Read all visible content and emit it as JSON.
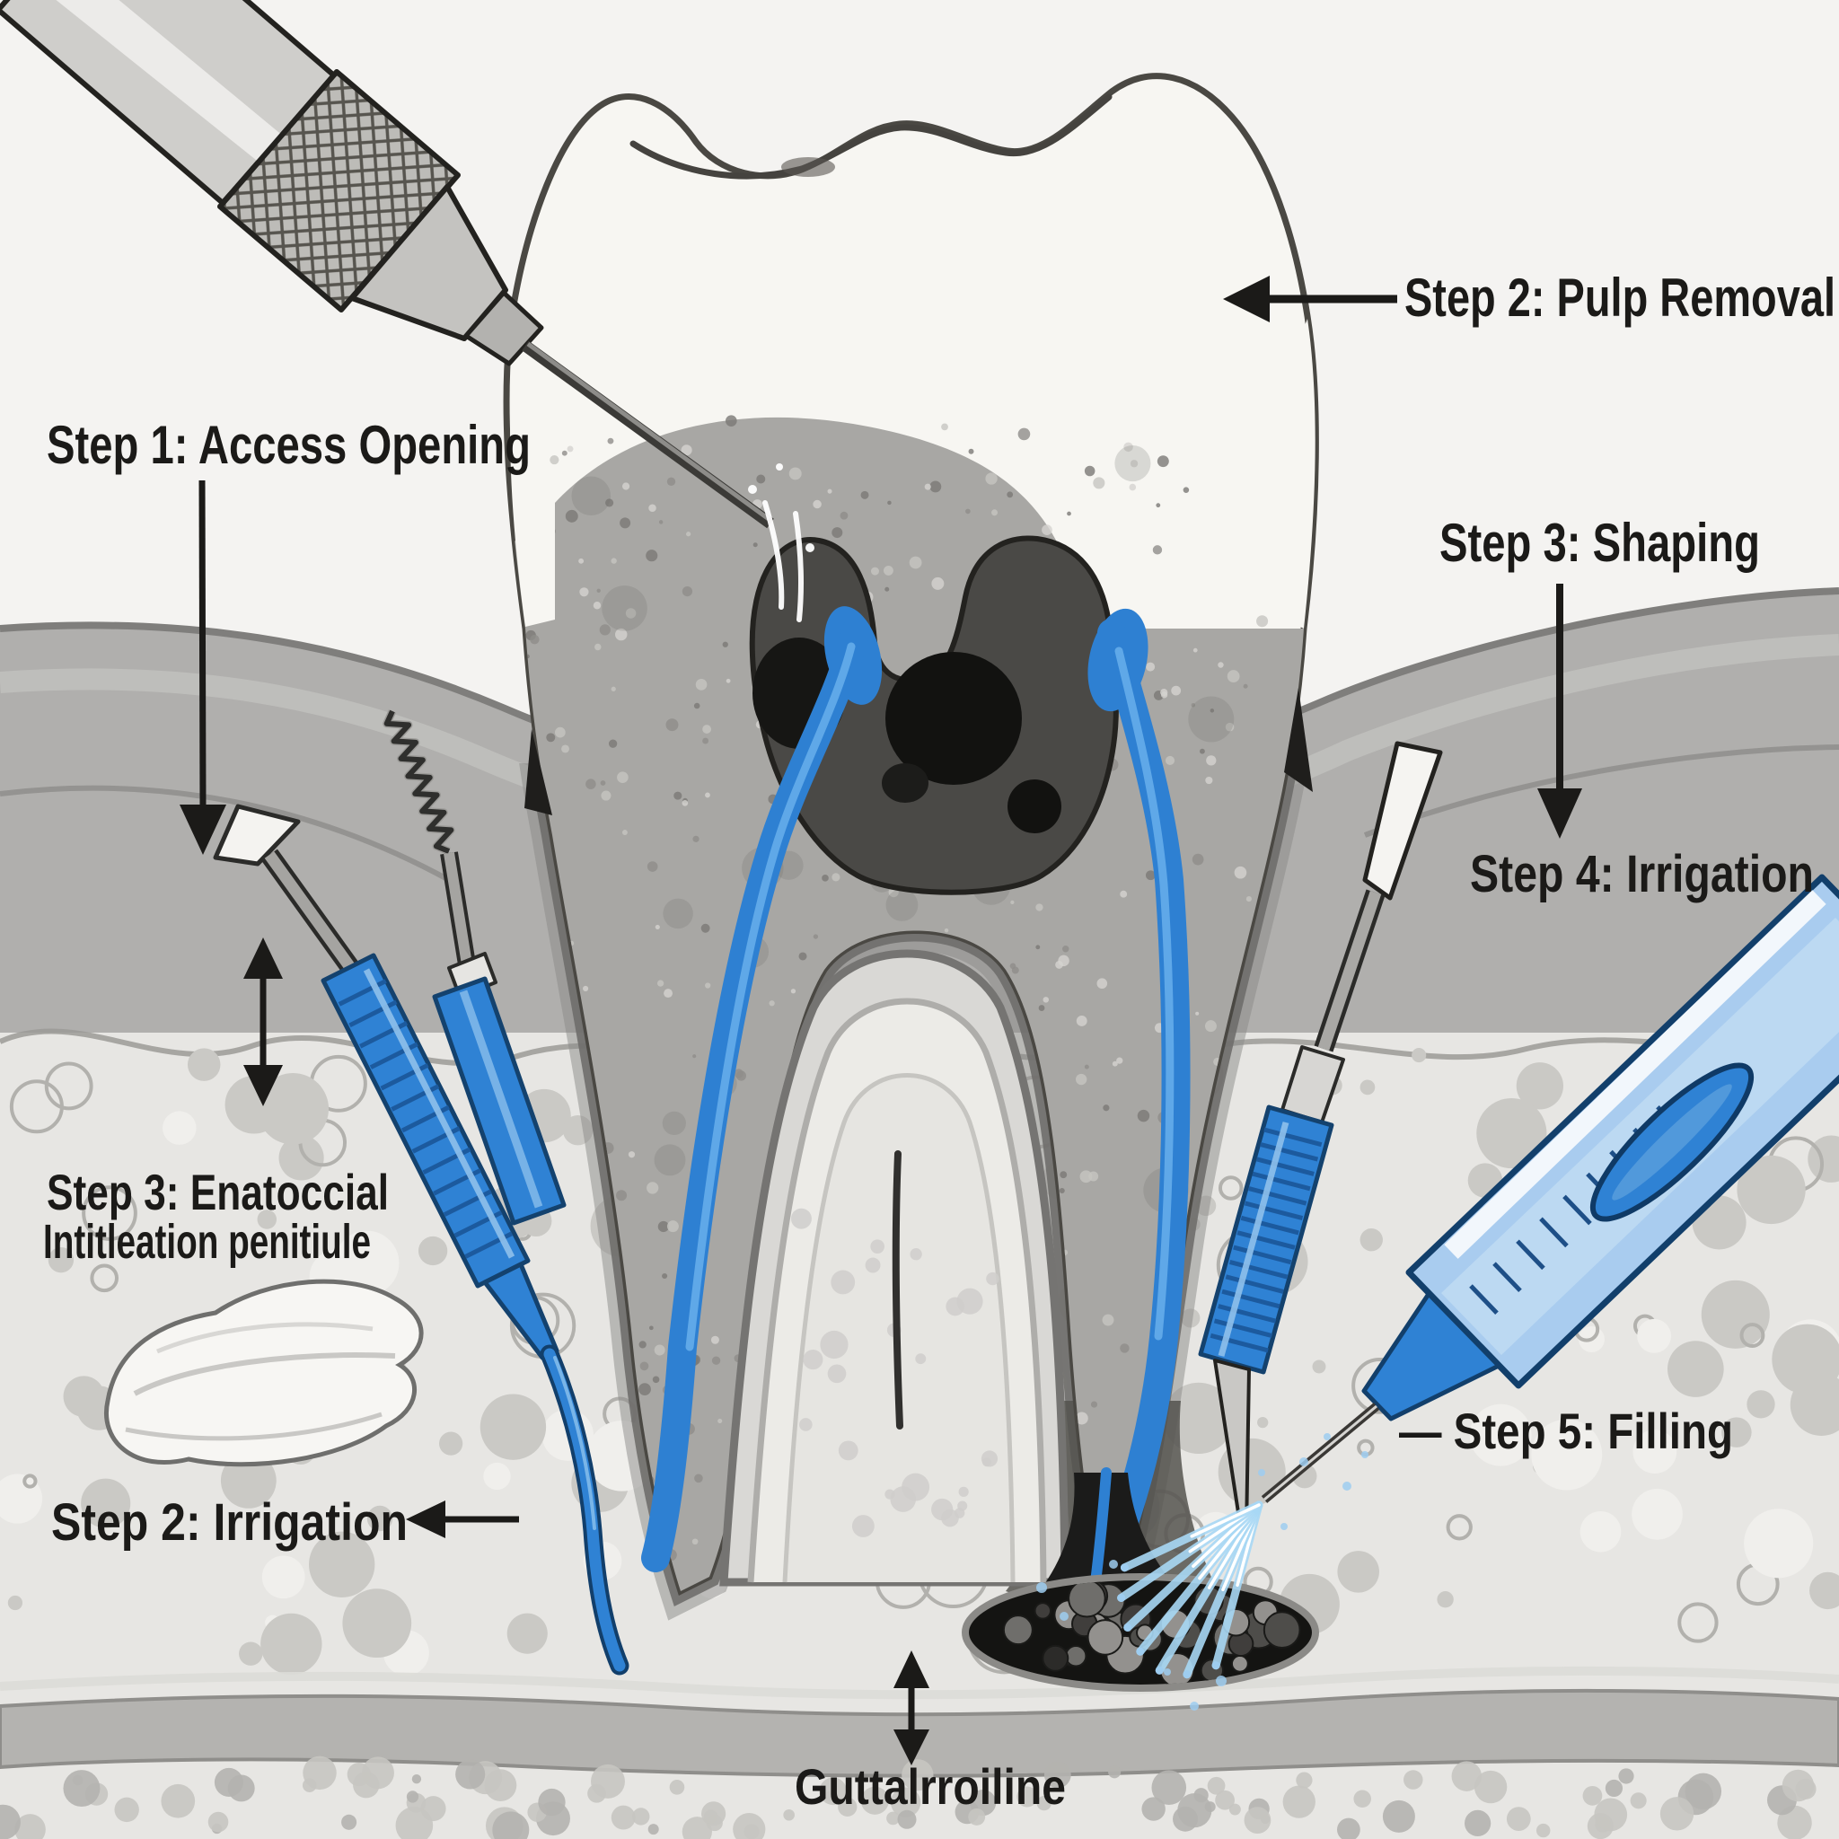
{
  "diagram": {
    "subject": "root-canal-treatment-cross-section",
    "labels": {
      "step1": "Step 1: Access Opening",
      "step2_pulp": "Step 2: Pulp Removal",
      "step3_shaping": "Step 3: Shaping",
      "step4_irrigation": "Step 4: Irrigation",
      "step3_left_line1": "Step 3: Enatoccial",
      "step3_left_line2": "Intitleation penitiule",
      "step2_irrigation": "Step 2: Irrigation",
      "step5_filling": "— Step 5: Filling",
      "gutta": "Guttalrroiline"
    },
    "icons": [
      "down-arrow-icon",
      "left-arrow-icon",
      "double-vertical-arrow-icon",
      "dental-drill-icon",
      "endodontic-file-icon",
      "barbed-broach-icon",
      "spreader-icon",
      "syringe-icon",
      "cotton-gauze-icon",
      "spray-icon"
    ],
    "colors": {
      "accent_blue": "#2f82d4",
      "canal_blue": "#2e80d2",
      "syringe_blue_light": "#a9ccef",
      "ink": "#1b1a18",
      "tooth_white": "#f7f6f2",
      "dentin_gray": "#a8a7a4",
      "pulp_dark": "#4a4946",
      "gum_gray": "#b0afad",
      "bone_light": "#e7e6e3",
      "band_gray": "#b4b3b0",
      "metal_gray": "#cfcecb",
      "spray_blue": "#a8d8f5"
    }
  }
}
